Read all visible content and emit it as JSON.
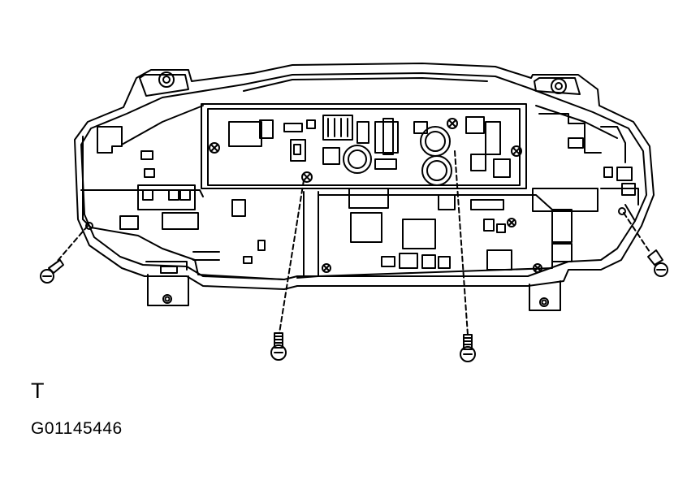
{
  "view_label": "T",
  "figure_code": "G01145446",
  "colors": {
    "line": "#000000",
    "background": "#ffffff"
  },
  "screws": [
    {
      "name": "screw-left"
    },
    {
      "name": "screw-center-left"
    },
    {
      "name": "screw-center-right"
    },
    {
      "name": "screw-right"
    }
  ]
}
